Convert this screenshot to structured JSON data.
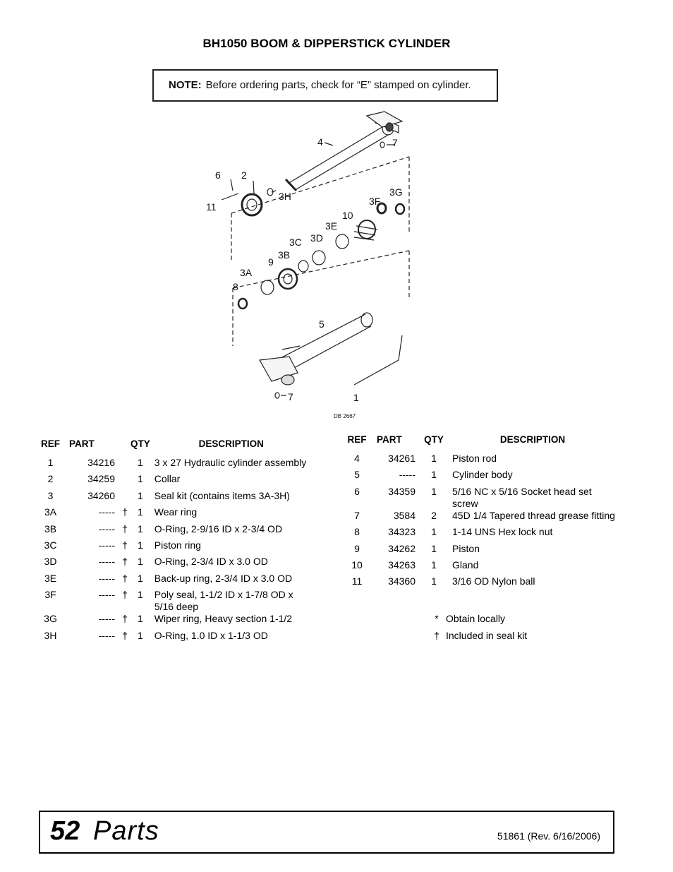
{
  "title": "BH1050 BOOM & DIPPERSTICK CYLINDER",
  "note": {
    "label": "NOTE:",
    "text": "Before ordering parts, check for “E” stamped on cylinder."
  },
  "diagram": {
    "callouts": [
      "4",
      "7",
      "6",
      "2",
      "11",
      "3H",
      "3G",
      "3F",
      "10",
      "3E",
      "3D",
      "3C",
      "3B",
      "9",
      "3A",
      "8",
      "5",
      "7",
      "1"
    ],
    "code": "DB 2667"
  },
  "table_headers": {
    "ref": "REF",
    "part": "PART",
    "qty": "QTY",
    "description": "DESCRIPTION"
  },
  "left_rows": [
    {
      "ref": "1",
      "part": "34216",
      "mark": "",
      "qty": "1",
      "desc": "3 x 27 Hydraulic cylinder assembly"
    },
    {
      "ref": "2",
      "part": "34259",
      "mark": "",
      "qty": "1",
      "desc": "Collar"
    },
    {
      "ref": "3",
      "part": "34260",
      "mark": "",
      "qty": "1",
      "desc": "Seal kit (contains items 3A-3H)"
    },
    {
      "ref": "3A",
      "part": "-----",
      "mark": "†",
      "qty": "1",
      "desc": "Wear ring"
    },
    {
      "ref": "3B",
      "part": "-----",
      "mark": "†",
      "qty": "1",
      "desc": "O-Ring, 2-9/16 ID x 2-3/4 OD"
    },
    {
      "ref": "3C",
      "part": "-----",
      "mark": "†",
      "qty": "1",
      "desc": "Piston ring"
    },
    {
      "ref": "3D",
      "part": "-----",
      "mark": "†",
      "qty": "1",
      "desc": "O-Ring, 2-3/4 ID x 3.0 OD"
    },
    {
      "ref": "3E",
      "part": "-----",
      "mark": "†",
      "qty": "1",
      "desc": "Back-up ring, 2-3/4 ID x 3.0 OD"
    },
    {
      "ref": "3F",
      "part": "-----",
      "mark": "†",
      "qty": "1",
      "desc": "Poly seal, 1-1/2 ID x 1-7/8 OD x 5/16 deep"
    },
    {
      "ref": "3G",
      "part": "-----",
      "mark": "†",
      "qty": "1",
      "desc": "Wiper ring, Heavy section 1-1/2"
    },
    {
      "ref": "3H",
      "part": "-----",
      "mark": "†",
      "qty": "1",
      "desc": "O-Ring, 1.0 ID x 1-1/3 OD"
    }
  ],
  "right_rows": [
    {
      "ref": "4",
      "part": "34261",
      "qty": "1",
      "desc": "Piston rod"
    },
    {
      "ref": "5",
      "part": "-----",
      "qty": "1",
      "desc": "Cylinder body"
    },
    {
      "ref": "6",
      "part": "34359",
      "qty": "1",
      "desc": "5/16 NC x 5/16 Socket head set screw"
    },
    {
      "ref": "7",
      "part": "3584",
      "qty": "2",
      "desc": "45D 1/4 Tapered thread grease fitting"
    },
    {
      "ref": "8",
      "part": "34323",
      "qty": "1",
      "desc": "1-14 UNS Hex lock nut"
    },
    {
      "ref": "9",
      "part": "34262",
      "qty": "1",
      "desc": "Piston"
    },
    {
      "ref": "10",
      "part": "34263",
      "qty": "1",
      "desc": "Gland"
    },
    {
      "ref": "11",
      "part": "34360",
      "qty": "1",
      "desc": "3/16 OD Nylon ball"
    }
  ],
  "legend": [
    {
      "symbol": "*",
      "text": "Obtain locally"
    },
    {
      "symbol": "†",
      "text": "Included in seal kit"
    }
  ],
  "footer": {
    "page_number": "52",
    "section": "Parts",
    "doc_ref": "51861 (Rev. 6/16/2006)"
  }
}
